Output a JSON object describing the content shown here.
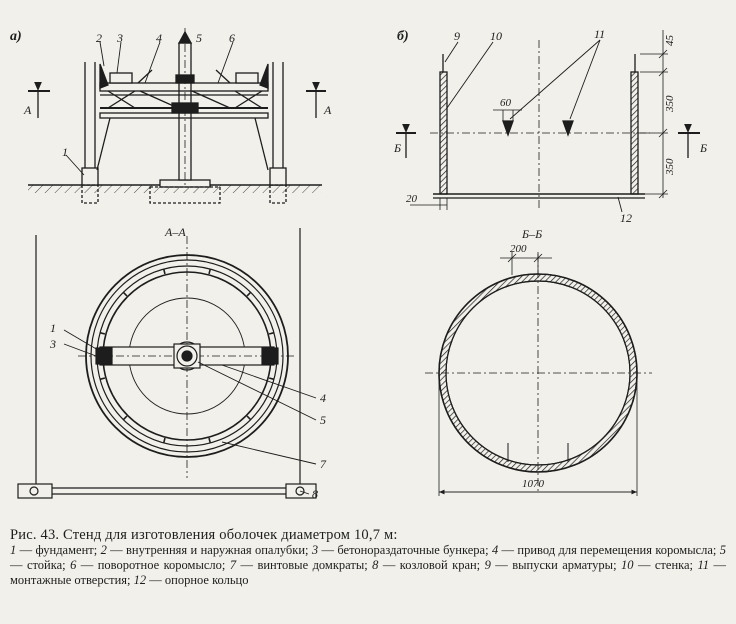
{
  "panels": {
    "a": "а)",
    "b": "б)"
  },
  "section_labels": {
    "a_a": "А–А",
    "b_b": "Б–Б",
    "a_left": "А",
    "a_right": "А",
    "b_left": "Б",
    "b_right": "Б"
  },
  "callouts_a": [
    "1",
    "2",
    "3",
    "4",
    "5",
    "6"
  ],
  "callouts_b": [
    "9",
    "10",
    "11",
    "12"
  ],
  "callouts_plan_left": [
    "1",
    "3"
  ],
  "callouts_plan_right": [
    "4",
    "5",
    "7",
    "8"
  ],
  "dimensions": {
    "d45": "45",
    "d350_top": "350",
    "d350_bottom": "350",
    "d60": "60",
    "d20": "20",
    "d200": "200",
    "d1070": "1070"
  },
  "caption": {
    "title": "Рис. 43. Стенд для изготовления оболочек диаметром 10,7 м:",
    "items": [
      {
        "num": "1",
        "text": "— фундамент;"
      },
      {
        "num": "2",
        "text": "— внутренняя и наружная опалубки;"
      },
      {
        "num": "3",
        "text": "— бетонораздаточные бункера;"
      },
      {
        "num": "4",
        "text": "— привод для перемещения коромысла;"
      },
      {
        "num": "5",
        "text": "— стойка;"
      },
      {
        "num": "6",
        "text": "— поворотное коромысло;"
      },
      {
        "num": "7",
        "text": "— винтовые домкраты;"
      },
      {
        "num": "8",
        "text": "— козловой кран;"
      },
      {
        "num": "9",
        "text": "— выпуски арматуры;"
      },
      {
        "num": "10",
        "text": "— стенка;"
      },
      {
        "num": "11",
        "text": "— монтажные отверстия;"
      },
      {
        "num": "12",
        "text": "— опорное кольцо"
      }
    ]
  }
}
